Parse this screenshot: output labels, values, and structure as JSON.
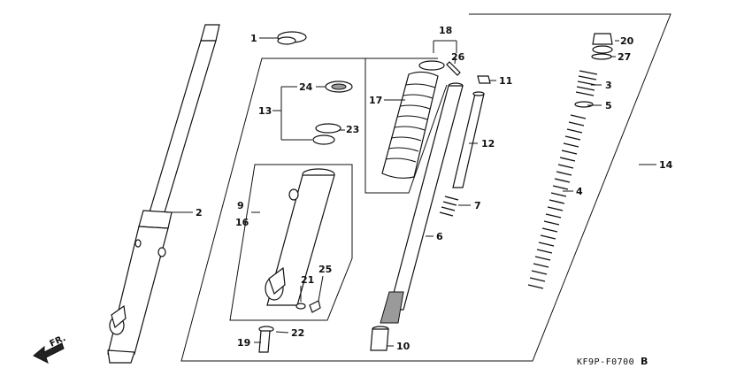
{
  "diagram": {
    "drawing_code": "KF9P-F0700",
    "drawing_code_suffix": "B",
    "front_marker": "FR.",
    "callouts": [
      {
        "id": "c1",
        "label": "1"
      },
      {
        "id": "c2",
        "label": "2"
      },
      {
        "id": "c3",
        "label": "3"
      },
      {
        "id": "c4",
        "label": "4"
      },
      {
        "id": "c5",
        "label": "5"
      },
      {
        "id": "c6",
        "label": "6"
      },
      {
        "id": "c7",
        "label": "7"
      },
      {
        "id": "c9",
        "label": "9"
      },
      {
        "id": "c10",
        "label": "10"
      },
      {
        "id": "c11",
        "label": "11"
      },
      {
        "id": "c12",
        "label": "12"
      },
      {
        "id": "c13",
        "label": "13"
      },
      {
        "id": "c14",
        "label": "14"
      },
      {
        "id": "c16",
        "label": "16"
      },
      {
        "id": "c17",
        "label": "17"
      },
      {
        "id": "c18",
        "label": "18"
      },
      {
        "id": "c19",
        "label": "19"
      },
      {
        "id": "c20",
        "label": "20"
      },
      {
        "id": "c21",
        "label": "21"
      },
      {
        "id": "c22",
        "label": "22"
      },
      {
        "id": "c23",
        "label": "23"
      },
      {
        "id": "c24",
        "label": "24"
      },
      {
        "id": "c25",
        "label": "25"
      },
      {
        "id": "c26",
        "label": "26"
      },
      {
        "id": "c27",
        "label": "27"
      }
    ]
  }
}
